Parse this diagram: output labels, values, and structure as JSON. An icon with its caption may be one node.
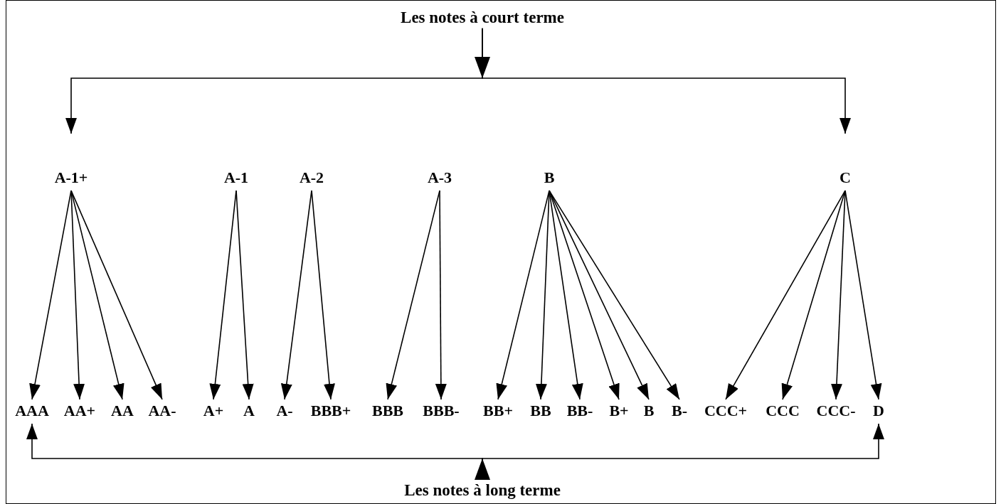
{
  "diagram": {
    "nodes": [
      {
        "text": [
          "Les notes à court terme"
        ]
      },
      {
        "text": [
          "A-1+"
        ]
      },
      {
        "text": [
          "A-1"
        ]
      },
      {
        "text": [
          "A-2"
        ]
      },
      {
        "text": [
          "A-3"
        ]
      },
      {
        "text": [
          "B"
        ]
      },
      {
        "text": [
          "C"
        ]
      },
      {
        "text": [
          "AAA"
        ]
      },
      {
        "text": [
          "AA+"
        ]
      },
      {
        "text": [
          "AA"
        ]
      },
      {
        "text": [
          "AA-"
        ]
      },
      {
        "text": [
          "A+"
        ]
      },
      {
        "text": [
          "A"
        ]
      },
      {
        "text": [
          "A-"
        ]
      },
      {
        "text": [
          "BBB+"
        ]
      },
      {
        "text": [
          "BBB"
        ]
      },
      {
        "text": [
          "BBB-"
        ]
      },
      {
        "text": [
          "BB+"
        ]
      },
      {
        "text": [
          "BB"
        ]
      },
      {
        "text": [
          "BB-"
        ]
      },
      {
        "text": [
          "B+"
        ]
      },
      {
        "text": [
          "B"
        ]
      },
      {
        "text": [
          "B-"
        ]
      },
      {
        "text": [
          "CCC+"
        ]
      },
      {
        "text": [
          "CCC"
        ]
      },
      {
        "text": [
          "CCC-"
        ]
      },
      {
        "text": [
          "D"
        ]
      },
      {
        "text": [
          "Les notes à long terme"
        ]
      }
    ],
    "edges": [
      {
        "from": 0,
        "to": 1,
        "arrow": "to"
      },
      {
        "from": 0,
        "to": 6,
        "arrow": "to"
      },
      {
        "from": 27,
        "to": 7,
        "arrow": "to"
      },
      {
        "from": 27,
        "to": 26,
        "arrow": "to"
      },
      {
        "from": 1,
        "to": 7,
        "arrow": "to"
      },
      {
        "from": 1,
        "to": 8,
        "arrow": "to"
      },
      {
        "from": 1,
        "to": 9,
        "arrow": "to"
      },
      {
        "from": 1,
        "to": 10,
        "arrow": "to"
      },
      {
        "from": 2,
        "to": 11,
        "arrow": "to"
      },
      {
        "from": 2,
        "to": 12,
        "arrow": "to"
      },
      {
        "from": 3,
        "to": 13,
        "arrow": "to"
      },
      {
        "from": 3,
        "to": 14,
        "arrow": "to"
      },
      {
        "from": 4,
        "to": 15,
        "arrow": "to"
      },
      {
        "from": 4,
        "to": 16,
        "arrow": "to"
      },
      {
        "from": 5,
        "to": 17,
        "arrow": "to"
      },
      {
        "from": 5,
        "to": 18,
        "arrow": "to"
      },
      {
        "from": 5,
        "to": 19,
        "arrow": "to"
      },
      {
        "from": 5,
        "to": 20,
        "arrow": "to"
      },
      {
        "from": 5,
        "to": 21,
        "arrow": "to"
      },
      {
        "from": 5,
        "to": 22,
        "arrow": "to"
      },
      {
        "from": 6,
        "to": 23,
        "arrow": "to"
      },
      {
        "from": 6,
        "to": 24,
        "arrow": "to"
      },
      {
        "from": 6,
        "to": 25,
        "arrow": "to"
      },
      {
        "from": 6,
        "to": 26,
        "arrow": "to"
      }
    ]
  }
}
